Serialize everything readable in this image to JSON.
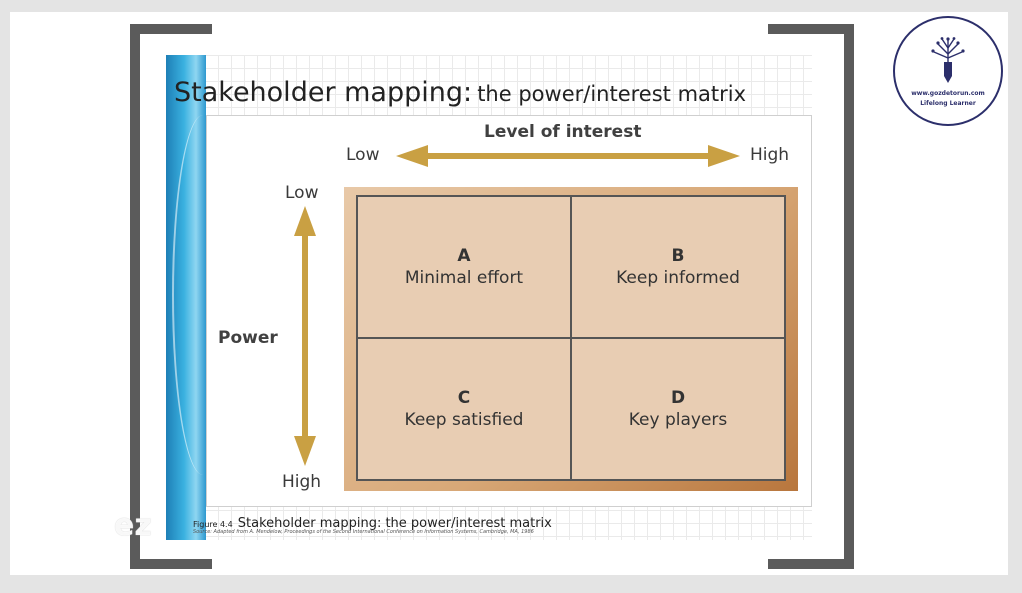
{
  "slide": {
    "title_main": "Stakeholder mapping:",
    "title_sub": "the power/interest matrix"
  },
  "diagram": {
    "x_axis_title": "Level of interest",
    "x_low": "Low",
    "x_high": "High",
    "y_axis_title": "Power",
    "y_low": "Low",
    "y_high": "High",
    "quadrants": [
      {
        "letter": "A",
        "label": "Minimal effort"
      },
      {
        "letter": "B",
        "label": "Keep informed"
      },
      {
        "letter": "C",
        "label": "Keep satisfied"
      },
      {
        "letter": "D",
        "label": "Key players"
      }
    ],
    "arrow_color": "#c9a043",
    "matrix_color": "#e8cdb3"
  },
  "caption": {
    "figure_number": "Figure 4.4",
    "text": "Stakeholder mapping: the power/interest matrix",
    "source": "Source: Adapted from A. Mendelow, Proceedings of the Second International Conference on Information Systems, Cambridge, MA, 1986"
  },
  "watermark": {
    "text": "ez"
  },
  "logo": {
    "url": "www.gozdetorun.com",
    "tagline": "Lifelong Learner",
    "icon": "tree-pencil-icon",
    "color": "#2c2f6b"
  }
}
